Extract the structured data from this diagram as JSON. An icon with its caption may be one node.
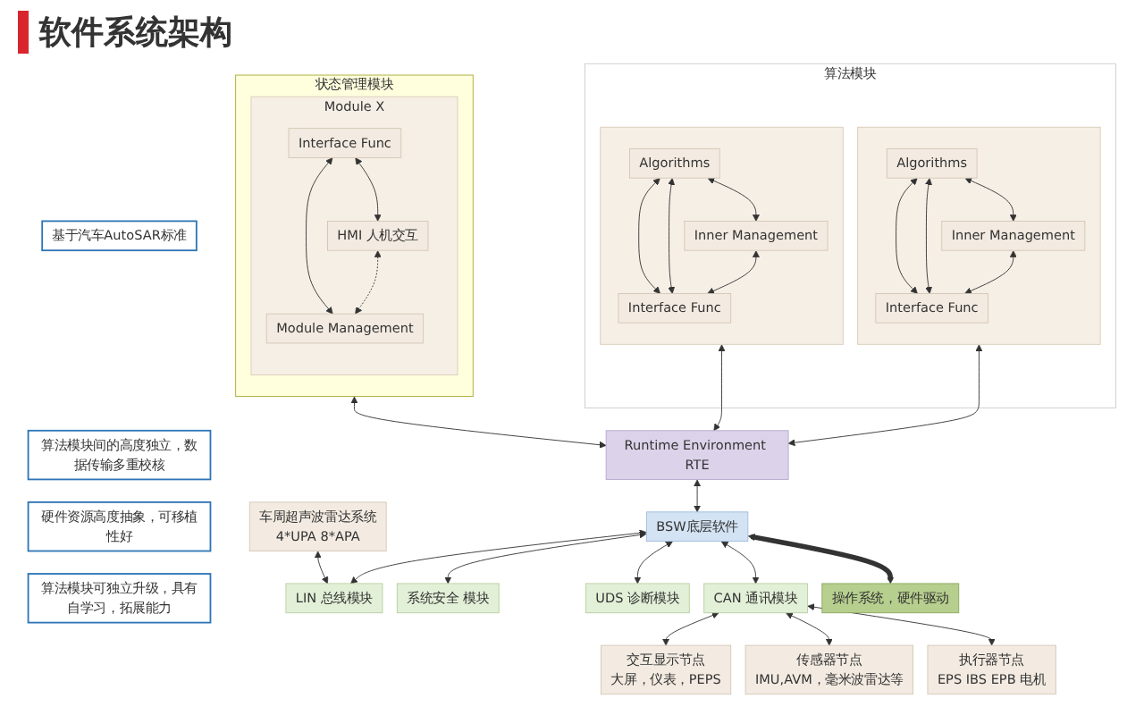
{
  "diagram": {
    "title": "软件系统架构",
    "nodes": [
      {
        "text": [
          "基于汽车AutoSAR标准"
        ]
      },
      {
        "text": [
          "算法模块间的高度独立，数据传输多重校核"
        ]
      },
      {
        "text": [
          "硬件资源高度抽象，可移植性好"
        ]
      },
      {
        "text": [
          "算法模块可独立升级，具有自学习，拓展能力"
        ]
      },
      {
        "text": [
          "算法模块"
        ]
      },
      {
        "text": [],
        "shape": "box",
        "in": 4
      },
      {
        "text": [
          "Algorithms"
        ],
        "in": 5
      },
      {
        "text": [
          "Inner Management"
        ],
        "in": 5
      },
      {
        "text": [
          "Interface Func"
        ],
        "in": 5
      },
      {
        "text": [],
        "shape": "box",
        "in": 4
      },
      {
        "text": [
          "Algorithms"
        ],
        "in": 9
      },
      {
        "text": [
          "Inner Management"
        ],
        "in": 9
      },
      {
        "text": [
          "Interface Func"
        ],
        "in": 9
      },
      {
        "text": [
          "状态管理模块"
        ]
      },
      {
        "text": [
          "Module X"
        ],
        "in": 13
      },
      {
        "text": [
          "HMI 人机交互"
        ],
        "in": 14
      },
      {
        "text": [
          "Interface Func"
        ],
        "in": 14
      },
      {
        "text": [
          "Module Management"
        ],
        "in": 14
      },
      {
        "text": [
          "Runtime Environment RTE"
        ]
      },
      {
        "text": [
          "BSW底层软件"
        ]
      },
      {
        "text": [
          "车周超声波雷达系统",
          "4*UPA 8*APA"
        ]
      },
      {
        "text": [
          "LIN 总线模块"
        ]
      },
      {
        "text": [
          "系统安全 模块"
        ]
      },
      {
        "text": [
          "UDS 诊断模块"
        ]
      },
      {
        "text": [
          "CAN 通讯模块"
        ]
      },
      {
        "text": [
          "交互显示节点",
          "大屏，仪表，PEPS"
        ]
      },
      {
        "text": [
          "传感器节点",
          "IMU,AVM，毫米波雷达等"
        ]
      },
      {
        "text": [
          "执行器节点",
          "EPS IBS EPB 电机"
        ]
      },
      {
        "text": [
          "操作系统，硬件驱动"
        ]
      }
    ],
    "edges": [
      {
        "from": 6,
        "to": 7,
        "arrow": "both"
      },
      {
        "from": 6,
        "to": 8,
        "arrow": "both"
      },
      {
        "from": 6,
        "to": 8,
        "arrow": "both"
      },
      {
        "from": 7,
        "to": 8,
        "arrow": "both"
      },
      {
        "from": 10,
        "to": 11,
        "arrow": "both"
      },
      {
        "from": 10,
        "to": 12,
        "arrow": "both"
      },
      {
        "from": 10,
        "to": 12,
        "arrow": "both"
      },
      {
        "from": 11,
        "to": 12,
        "arrow": "both"
      },
      {
        "from": 16,
        "to": 15,
        "arrow": "both"
      },
      {
        "from": 16,
        "to": 17,
        "arrow": "both"
      },
      {
        "from": 15,
        "to": 17,
        "arrow": "both",
        "style": "dashed"
      },
      {
        "from": 5,
        "to": 18,
        "arrow": "both"
      },
      {
        "from": 9,
        "to": 18,
        "arrow": "both"
      },
      {
        "from": 13,
        "to": 18,
        "arrow": "both"
      },
      {
        "from": 18,
        "to": 19,
        "arrow": "both"
      },
      {
        "from": 19,
        "to": 21,
        "arrow": "both"
      },
      {
        "from": 19,
        "to": 22,
        "arrow": "both"
      },
      {
        "from": 19,
        "to": 23,
        "arrow": "both"
      },
      {
        "from": 19,
        "to": 24,
        "arrow": "both"
      },
      {
        "from": 19,
        "to": 28,
        "arrow": "both",
        "style": "thick"
      },
      {
        "from": 20,
        "to": 21,
        "arrow": "both"
      },
      {
        "from": 24,
        "to": 25,
        "arrow": "both"
      },
      {
        "from": 24,
        "to": 26,
        "arrow": "both"
      },
      {
        "from": 24,
        "to": 27,
        "arrow": "both"
      }
    ]
  }
}
